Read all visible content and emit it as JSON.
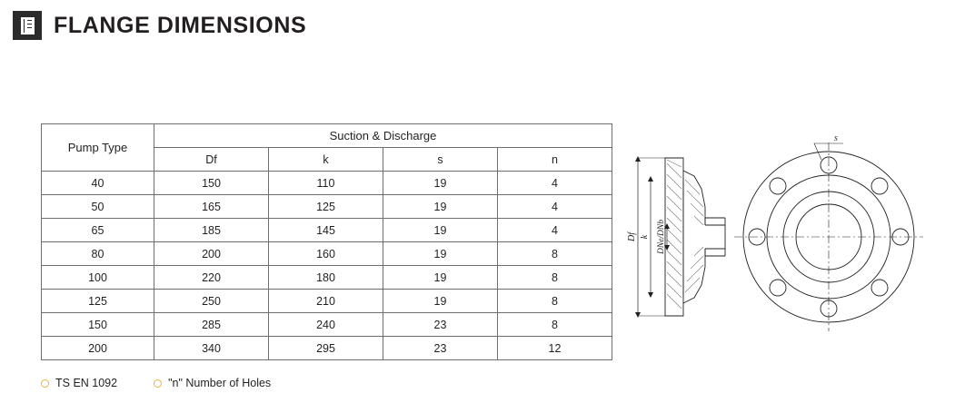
{
  "header": {
    "title": "FLANGE DIMENSIONS",
    "icon": "document-icon"
  },
  "table": {
    "col_type_header": "Pump Type",
    "group_header": "Suction & Discharge",
    "sub_headers": [
      "Df",
      "k",
      "s",
      "n"
    ],
    "rows": [
      {
        "type": "40",
        "df": "150",
        "k": "110",
        "s": "19",
        "n": "4"
      },
      {
        "type": "50",
        "df": "165",
        "k": "125",
        "s": "19",
        "n": "4"
      },
      {
        "type": "65",
        "df": "185",
        "k": "145",
        "s": "19",
        "n": "4"
      },
      {
        "type": "80",
        "df": "200",
        "k": "160",
        "s": "19",
        "n": "8"
      },
      {
        "type": "100",
        "df": "220",
        "k": "180",
        "s": "19",
        "n": "8"
      },
      {
        "type": "125",
        "df": "250",
        "k": "210",
        "s": "19",
        "n": "8"
      },
      {
        "type": "150",
        "df": "285",
        "k": "240",
        "s": "23",
        "n": "8"
      },
      {
        "type": "200",
        "df": "340",
        "k": "295",
        "s": "23",
        "n": "12"
      }
    ]
  },
  "legend": {
    "items": [
      {
        "icon": "bullet-circle-icon",
        "label": "TS EN 1092"
      },
      {
        "icon": "bullet-circle-icon",
        "label": "\"n\" Number of Holes"
      }
    ]
  },
  "drawing": {
    "labels": {
      "s": "s",
      "df": "Df",
      "k": "k",
      "dn": "DNe/DNb"
    }
  }
}
